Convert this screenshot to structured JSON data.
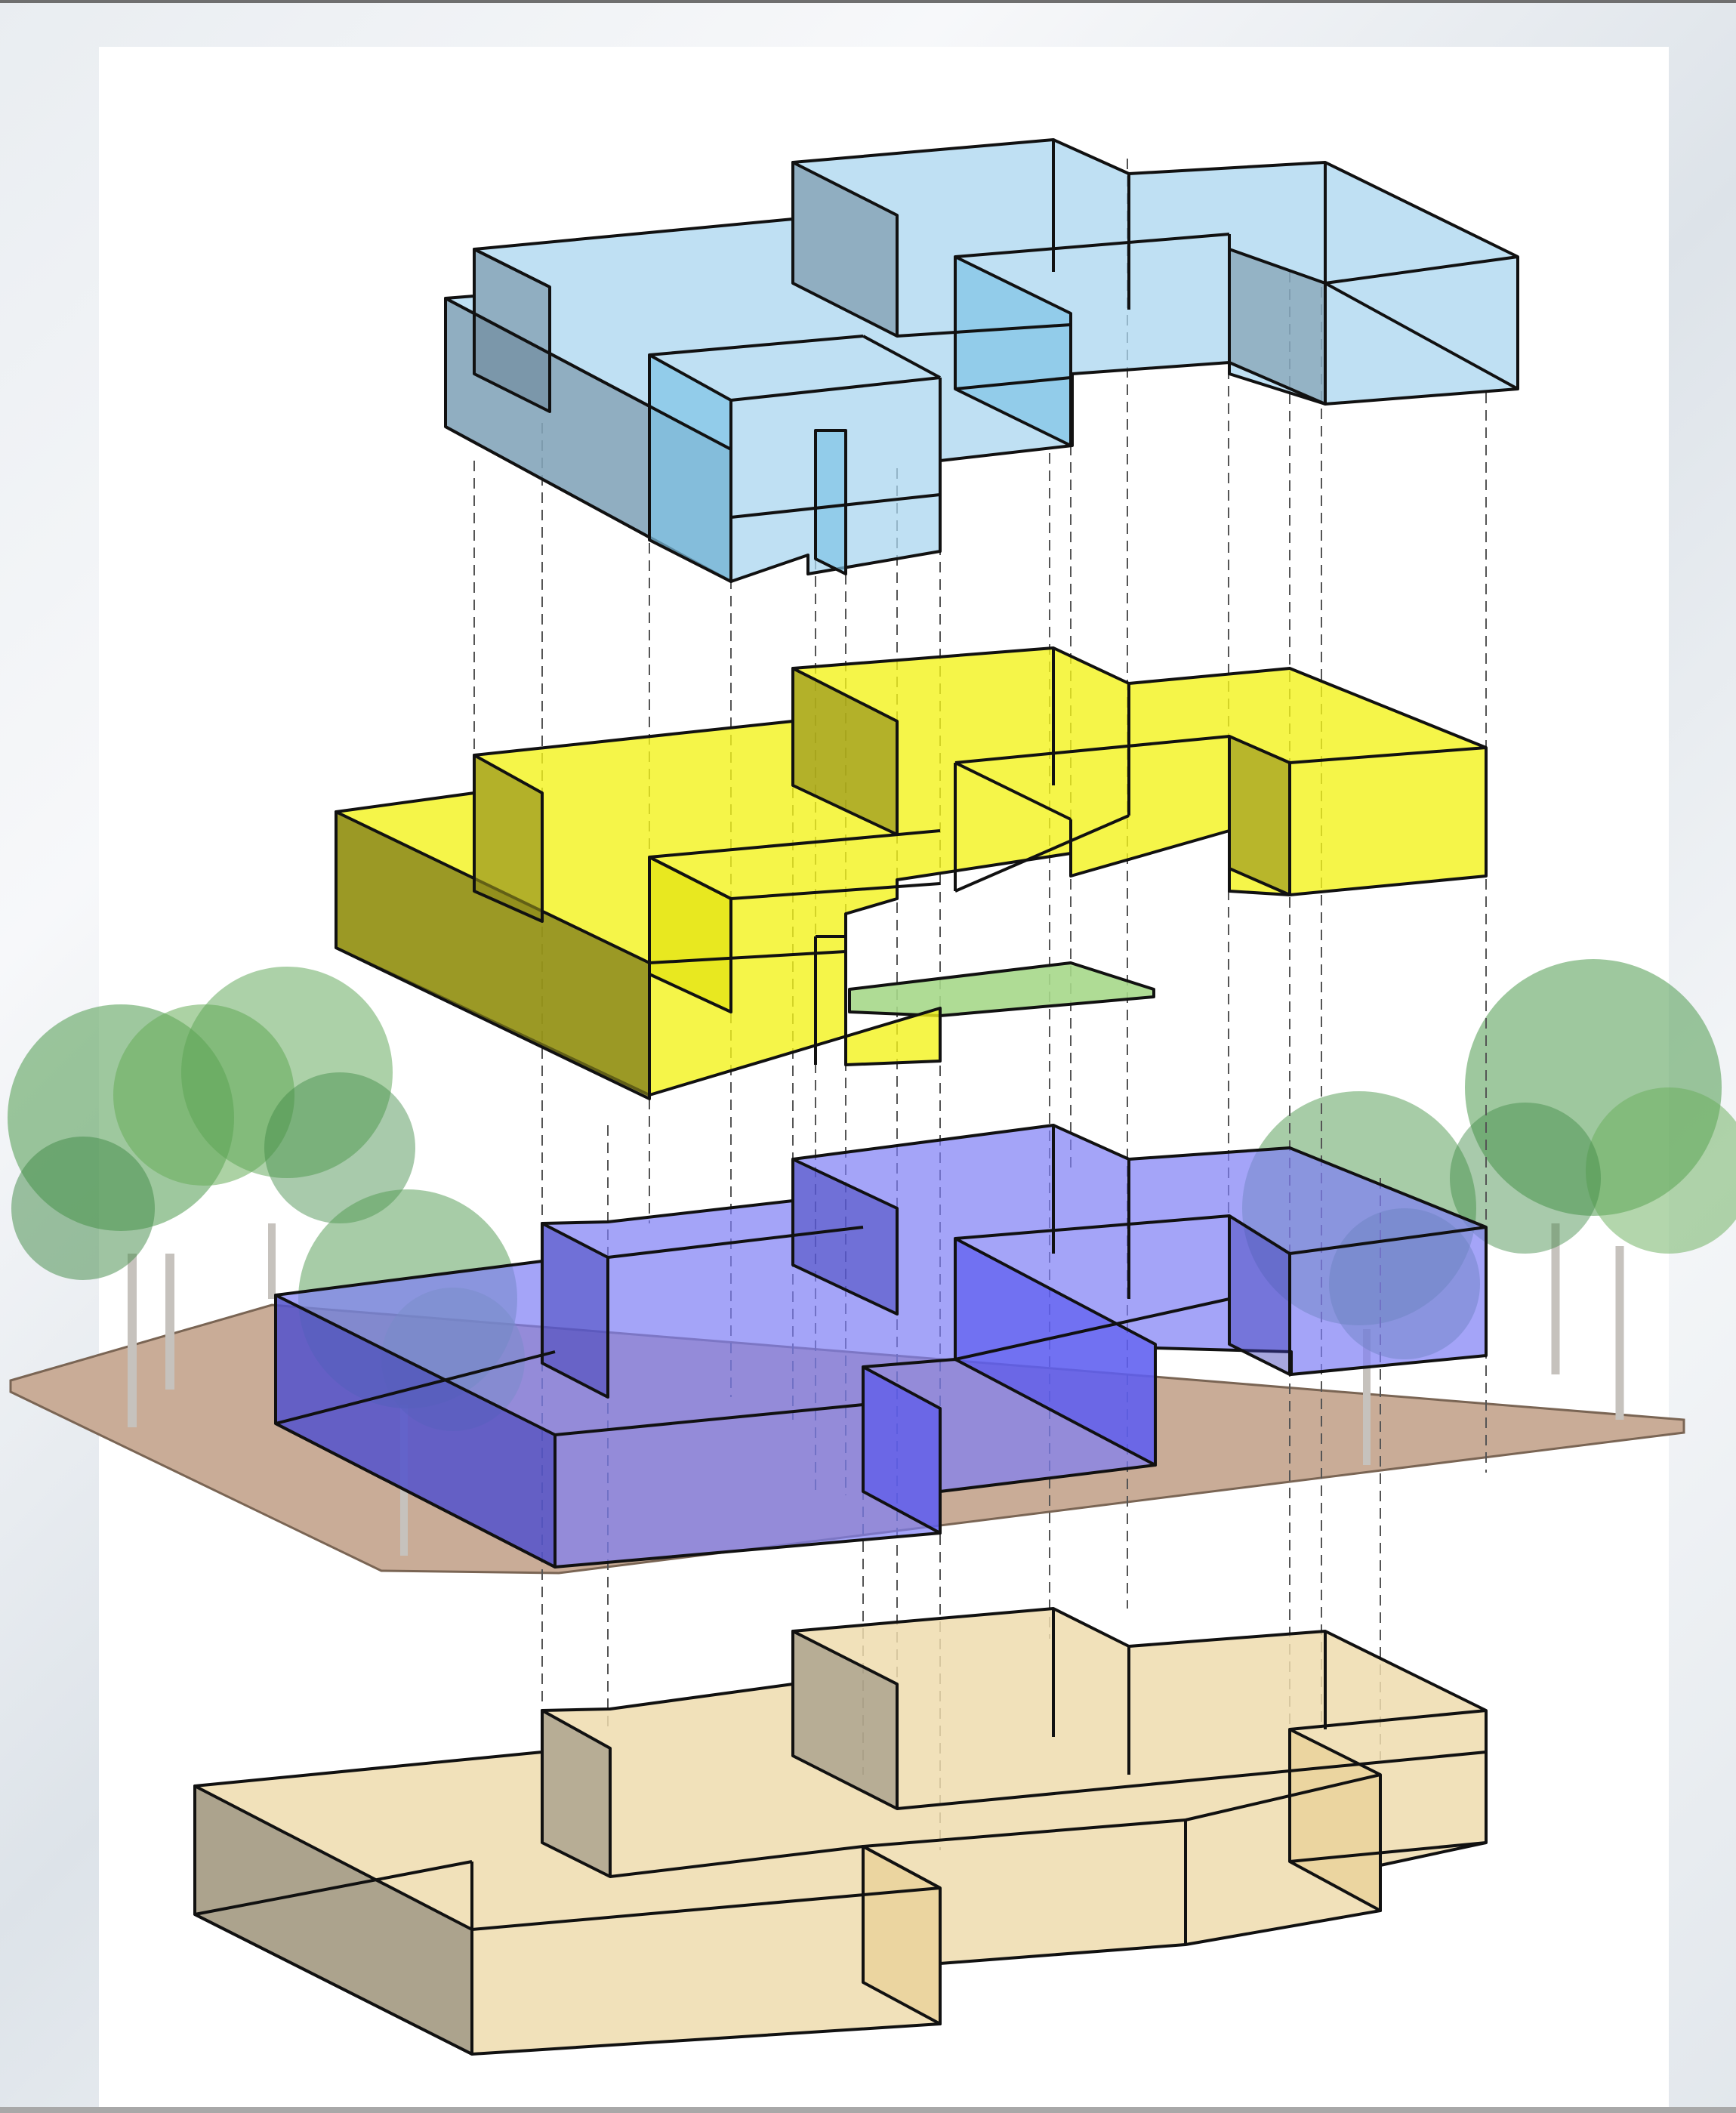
{
  "diagram": {
    "type": "exploded-axonometric-stack",
    "levels": [
      {
        "id": "roof",
        "color": "#a9d6ef"
      },
      {
        "id": "upper-floor",
        "color": "#f2f21c"
      },
      {
        "id": "ground-floor",
        "color": "#7d7df5"
      },
      {
        "id": "basement",
        "color": "#efdcae"
      }
    ],
    "terrace_color": "#a6d88a",
    "ground_plane_color": "#c9ac97",
    "tree_color": "#4f9a4f"
  }
}
